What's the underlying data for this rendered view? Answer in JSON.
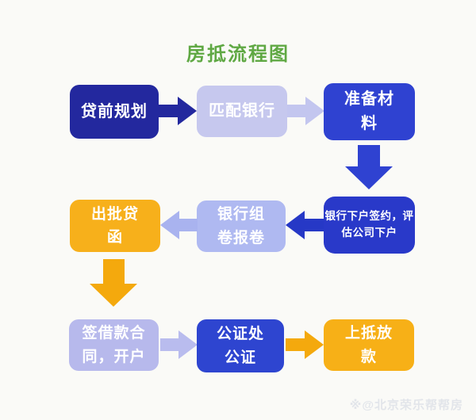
{
  "title": {
    "text": "房抵流程图",
    "color": "#5FA843"
  },
  "watermark": "※@北京荣乐帮帮房",
  "palette": {
    "background": "#FAFAF7",
    "navy": "#23289E",
    "royal_blue": "#2F42D1",
    "periwinkle_light": "#C6C8EE",
    "periwinkle": "#AFB9F1",
    "amber": "#F7B01B",
    "title_green": "#5FA843"
  },
  "flowchart": {
    "nodes": [
      {
        "label": "贷前规划",
        "color": "#23289E"
      },
      {
        "label": "匹配银行",
        "color": "#C6C8EE"
      },
      {
        "label": "准备材\n料",
        "color": "#2F42D1"
      },
      {
        "label": "银行下户签约，评\n估公司下户",
        "color": "#2939C9"
      },
      {
        "label": "银行组\n卷报卷",
        "color": "#AFB9F1"
      },
      {
        "label": "出批贷\n函",
        "color": "#F7B01B"
      },
      {
        "label": "签借款合\n同，开户",
        "color": "#B7B9EC"
      },
      {
        "label": "公证处\n公证",
        "color": "#2E45D0"
      },
      {
        "label": "上抵放\n款",
        "color": "#F7B017"
      }
    ],
    "arrows": [
      {
        "from": "贷前规划",
        "to": "匹配银行",
        "direction": "right",
        "color": "#23289E"
      },
      {
        "from": "匹配银行",
        "to": "准备材料",
        "direction": "right",
        "color": "#C3C6EF"
      },
      {
        "from": "准备材料",
        "to": "银行下户签约，评估公司下户",
        "direction": "down",
        "color": "#2F42D1"
      },
      {
        "from": "银行下户签约，评估公司下户",
        "to": "银行组卷报卷",
        "direction": "left",
        "color": "#2638C6"
      },
      {
        "from": "银行组卷报卷",
        "to": "出批贷函",
        "direction": "left",
        "color": "#A9B3EF"
      },
      {
        "from": "出批贷函",
        "to": "签借款合同，开户",
        "direction": "down",
        "color": "#F4A90D"
      },
      {
        "from": "签借款合同，开户",
        "to": "公证处公证",
        "direction": "right",
        "color": "#B9BCEE"
      },
      {
        "from": "公证处公证",
        "to": "上抵放款",
        "direction": "right",
        "color": "#F4A90D"
      }
    ]
  }
}
